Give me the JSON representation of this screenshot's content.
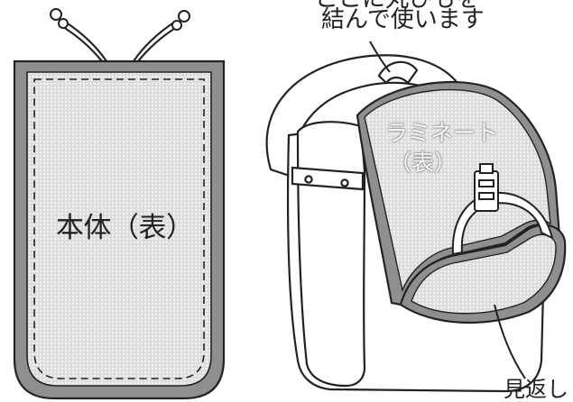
{
  "labels": {
    "body_front": "本体（表）",
    "laminate_line1": "ラミネート",
    "laminate_line2": "（表）",
    "tie_note_line1": "ここに丸ひもを",
    "tie_note_line2": "結んで使います",
    "facing": "見返し"
  },
  "colors": {
    "fabric_dots": "#d9d9d9",
    "binding": "#8f8f8f",
    "outline": "#222222",
    "background": "#ffffff"
  }
}
